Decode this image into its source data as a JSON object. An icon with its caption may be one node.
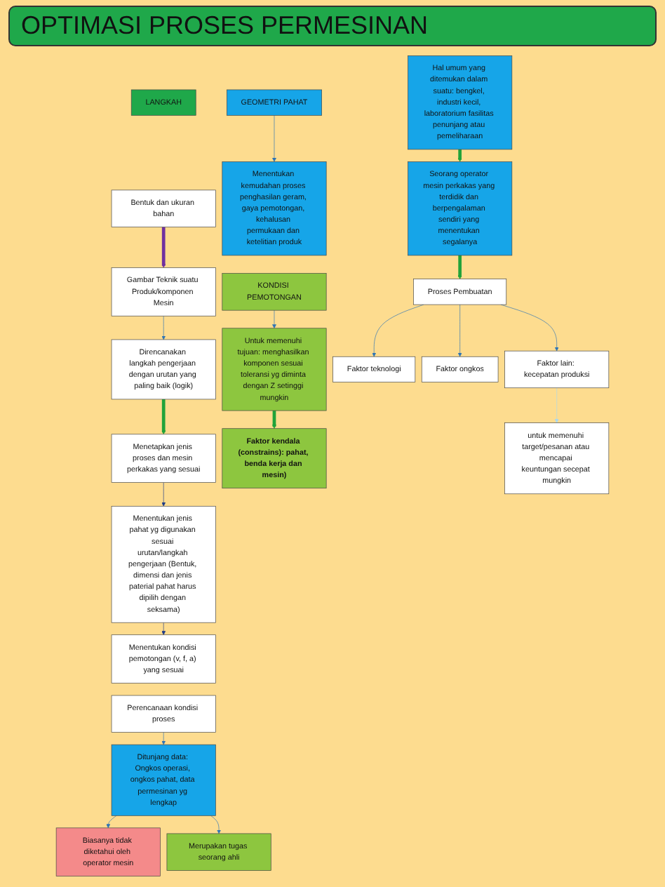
{
  "diagram": {
    "title": "OPTIMASI PROSES PERMESINAN",
    "nodes": [
      {
        "text": [
          "LANGKAH"
        ]
      },
      {
        "text": [
          "Gambar Teknik suatu Produk/komponen Mesin"
        ]
      },
      {
        "text": [
          "Bentuk dan ukuran bahan"
        ]
      },
      {
        "text": [
          "Direncanakan langkah pengerjaan dengan urutan yang paling baik (logik)"
        ]
      },
      {
        "text": [
          "Menetapkan jenis proses dan mesin perkakas yang sesuai"
        ]
      },
      {
        "text": [
          "Menentukan jenis pahat yg digunakan sesuai urutan/langkah pengerjaan (Bentuk, dimensi dan jenis paterial pahat harus dipilih dengan seksama)"
        ]
      },
      {
        "text": [
          "Menentukan kondisi pemotongan (v, f, a) yang sesuai"
        ]
      },
      {
        "text": [
          "GEOMETRI PAHAT"
        ]
      },
      {
        "text": [
          "Menentukan kemudahan proses penghasilan geram, gaya pemotongan, kehalusan permukaan dan ketelitian produk"
        ]
      },
      {
        "text": [
          "KONDISI PEMOTONGAN"
        ]
      },
      {
        "text": [
          "Untuk memenuhi tujuan: menghasilkan komponen sesuai toleransi yg diminta dengan Z setinggi mungkin"
        ]
      },
      {
        "text": [
          "Faktor kendala (constrains): pahat, benda kerja dan mesin)"
        ]
      },
      {
        "text": [
          "Hal umum yang ditemukan dalam suatu: bengkel, industri kecil, laboratorium fasilitas penunjang atau pemeliharaan"
        ]
      },
      {
        "text": [
          "Seorang operator mesin perkakas yang terdidik dan berpengalaman sendiri yang menentukan segalanya"
        ]
      },
      {
        "text": [
          "Proses Pembuatan"
        ]
      },
      {
        "text": [
          "Faktor teknologi"
        ]
      },
      {
        "text": [
          "Faktor ongkos"
        ]
      },
      {
        "text": [
          "Faktor lain: kecepatan produksi"
        ]
      },
      {
        "text": [
          "untuk memenuhi target/pesanan atau mencapai keuntungan secepat mungkin"
        ]
      },
      {
        "text": [
          "Perencanaan kondisi proses"
        ]
      },
      {
        "text": [
          "Ditunjang data: Ongkos operasi, ongkos pahat, data permesinan yg lengkap"
        ]
      },
      {
        "text": [
          "Biasanya tidak diketahui oleh operator mesin"
        ]
      },
      {
        "text": [
          "Merupakan tugas seorang ahli"
        ]
      }
    ],
    "edges": [
      {
        "from": 2,
        "to": 1,
        "arrow": "to",
        "style": "thick",
        "color": "#7030a0"
      },
      {
        "from": 1,
        "to": 3,
        "arrow": "to"
      },
      {
        "from": 3,
        "to": 4,
        "arrow": "to",
        "style": "thick",
        "color": "#22a33a"
      },
      {
        "from": 4,
        "to": 5,
        "arrow": "to",
        "color": "#1f3c88"
      },
      {
        "from": 5,
        "to": 6,
        "arrow": "to",
        "color": "#1f3c88"
      },
      {
        "from": 7,
        "to": 8,
        "arrow": "to"
      },
      {
        "from": 9,
        "to": 10,
        "arrow": "to"
      },
      {
        "from": 10,
        "to": 11,
        "arrow": "to",
        "style": "thick",
        "color": "#22a33a"
      },
      {
        "from": 12,
        "to": 13,
        "arrow": "to",
        "style": "thick",
        "color": "#22a33a"
      },
      {
        "from": 13,
        "to": 14,
        "arrow": "to",
        "style": "thick",
        "color": "#22a33a"
      },
      {
        "from": 14,
        "to": 15,
        "arrow": "to"
      },
      {
        "from": 14,
        "to": 16,
        "arrow": "to"
      },
      {
        "from": 14,
        "to": 17,
        "arrow": "to"
      },
      {
        "from": 17,
        "to": 18,
        "arrow": "to",
        "color": "#a9d8f0"
      },
      {
        "from": 19,
        "to": 20,
        "arrow": "to"
      },
      {
        "from": 20,
        "to": 21,
        "arrow": "to"
      },
      {
        "from": 20,
        "to": 22,
        "arrow": "to"
      }
    ]
  }
}
